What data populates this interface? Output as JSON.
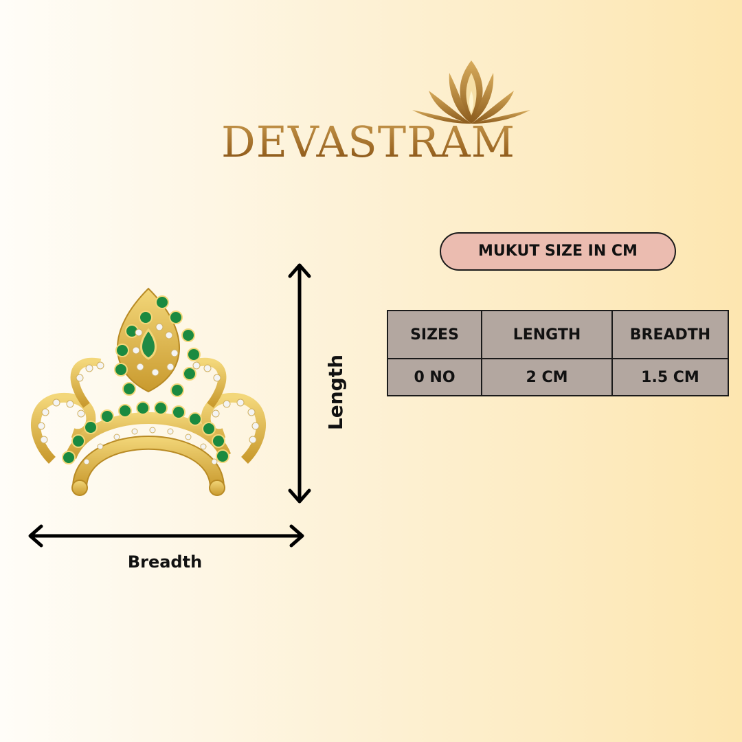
{
  "brand": {
    "name": "DEVASTRAM",
    "logo_icon": "lotus-icon",
    "color": "#a8722a"
  },
  "product": {
    "image_icon": "mukut-crown-image"
  },
  "dimensions": {
    "length_label": "Length",
    "breadth_label": "Breadth"
  },
  "size_table": {
    "title": "MUKUT SIZE IN CM",
    "title_bg": "#ebbcb0",
    "headers": [
      "SIZES",
      "LENGTH",
      "BREADTH"
    ],
    "rows": [
      [
        "0 NO",
        "2 CM",
        "1.5 CM"
      ]
    ],
    "cell_bg": "#b3a7a0"
  }
}
